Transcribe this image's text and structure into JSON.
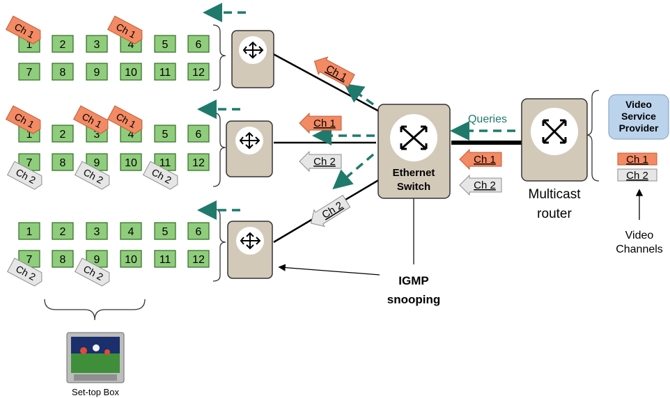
{
  "colors": {
    "box_fill": "#8fcc7c",
    "box_stroke": "#2f6b22",
    "ch1_fill": "#f28a64",
    "ch1_stroke": "#c45a34",
    "ch2_fill": "#e6e6e6",
    "ch2_stroke": "#8c8c8c",
    "device_fill": "#d3c9b9",
    "query_arrow": "#1f7a6c",
    "provider_fill": "#bcd3ec"
  },
  "stb_groups": [
    {
      "numbers": [
        "1",
        "2",
        "3",
        "4",
        "5",
        "6",
        "7",
        "8",
        "9",
        "10",
        "11",
        "12"
      ],
      "tags": [
        {
          "label": "Ch 1",
          "channel": 1,
          "box": "1"
        },
        {
          "label": "Ch 1",
          "channel": 1,
          "box": "4"
        }
      ]
    },
    {
      "numbers": [
        "1",
        "2",
        "3",
        "4",
        "5",
        "6",
        "7",
        "8",
        "9",
        "10",
        "11",
        "12"
      ],
      "tags": [
        {
          "label": "Ch 1",
          "channel": 1,
          "box": "1"
        },
        {
          "label": "Ch 1",
          "channel": 1,
          "box": "3"
        },
        {
          "label": "Ch 1",
          "channel": 1,
          "box": "4"
        },
        {
          "label": "Ch 2",
          "channel": 2,
          "box": "7"
        },
        {
          "label": "Ch 2",
          "channel": 2,
          "box": "9"
        },
        {
          "label": "Ch 2",
          "channel": 2,
          "box": "11"
        }
      ]
    },
    {
      "numbers": [
        "1",
        "2",
        "3",
        "4",
        "5",
        "6",
        "7",
        "8",
        "9",
        "10",
        "11",
        "12"
      ],
      "tags": [
        {
          "label": "Ch 2",
          "channel": 2,
          "box": "7"
        },
        {
          "label": "Ch 2",
          "channel": 2,
          "box": "9"
        }
      ]
    }
  ],
  "link_labels": {
    "top": "Ch 1",
    "middle_ch1": "Ch 1",
    "middle_ch2": "Ch 2",
    "bottom": "Ch 2",
    "router_ch1": "Ch 1",
    "router_ch2": "Ch 2"
  },
  "switch": {
    "line1": "Ethernet",
    "line2": "Switch"
  },
  "queries_label": "Queries",
  "router": {
    "line1": "Multicast",
    "line2": "router"
  },
  "provider": {
    "line1": "Video",
    "line2": "Service",
    "line3": "Provider"
  },
  "channels": {
    "ch1": "Ch 1",
    "ch2": "Ch 2"
  },
  "video_channels": {
    "line1": "Video",
    "line2": "Channels"
  },
  "igmp": {
    "line1": "IGMP",
    "line2": "snooping"
  },
  "stb_caption": "Set-top Box",
  "tv": {
    "screen": "#1a2f6b",
    "field": "#3f8f3a",
    "body": "#bdbdbd"
  }
}
